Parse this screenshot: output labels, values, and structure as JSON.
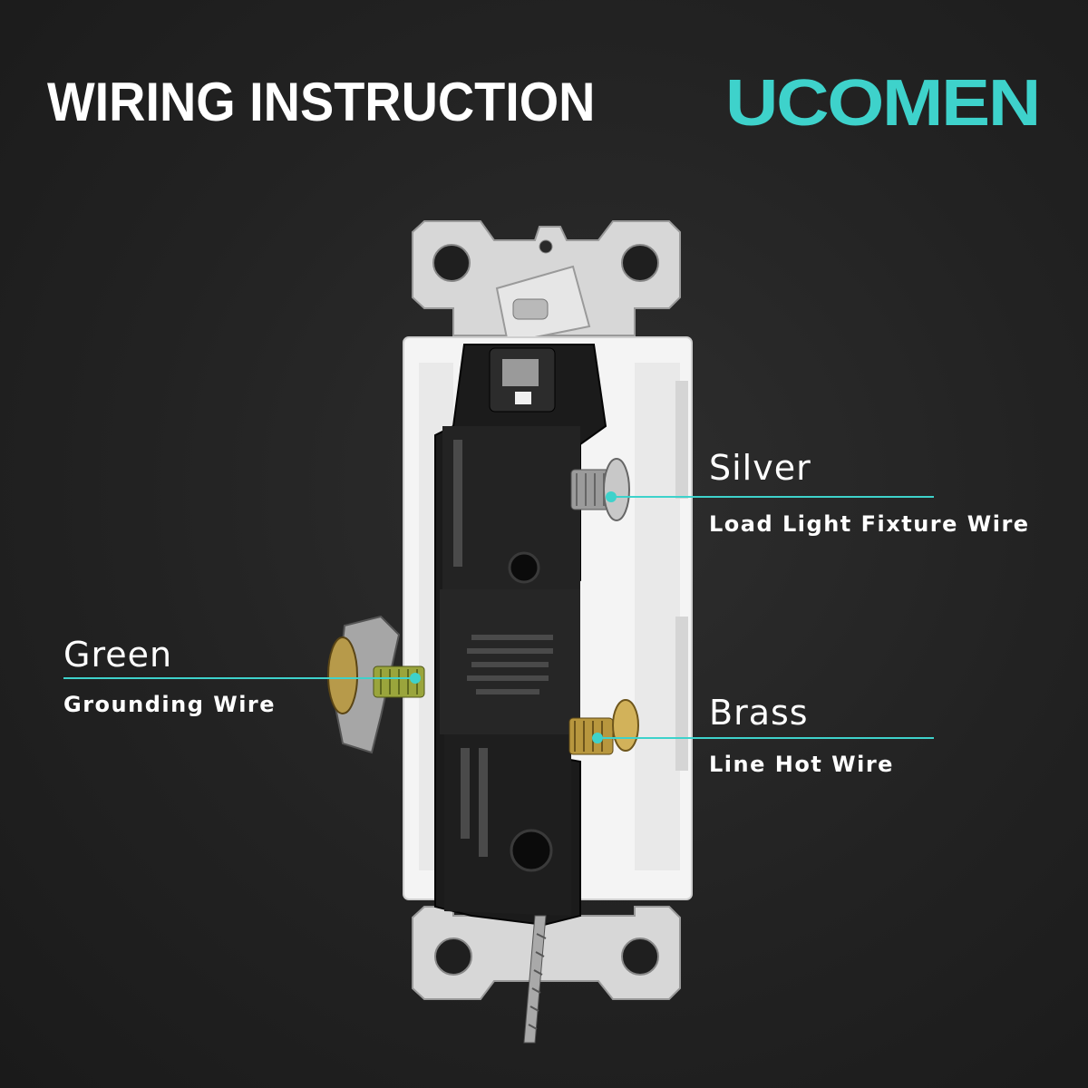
{
  "header": {
    "title": "WIRING INSTRUCTION",
    "brand": "UCOMEN"
  },
  "colors": {
    "accent": "#3ed2cb",
    "background": "#222222",
    "text": "#ffffff"
  },
  "labels": {
    "silver": {
      "title": "Silver",
      "subtitle": "Load Light Fixture Wire"
    },
    "green": {
      "title": "Green",
      "subtitle": "Grounding Wire"
    },
    "brass": {
      "title": "Brass",
      "subtitle": "Line Hot Wire"
    }
  }
}
